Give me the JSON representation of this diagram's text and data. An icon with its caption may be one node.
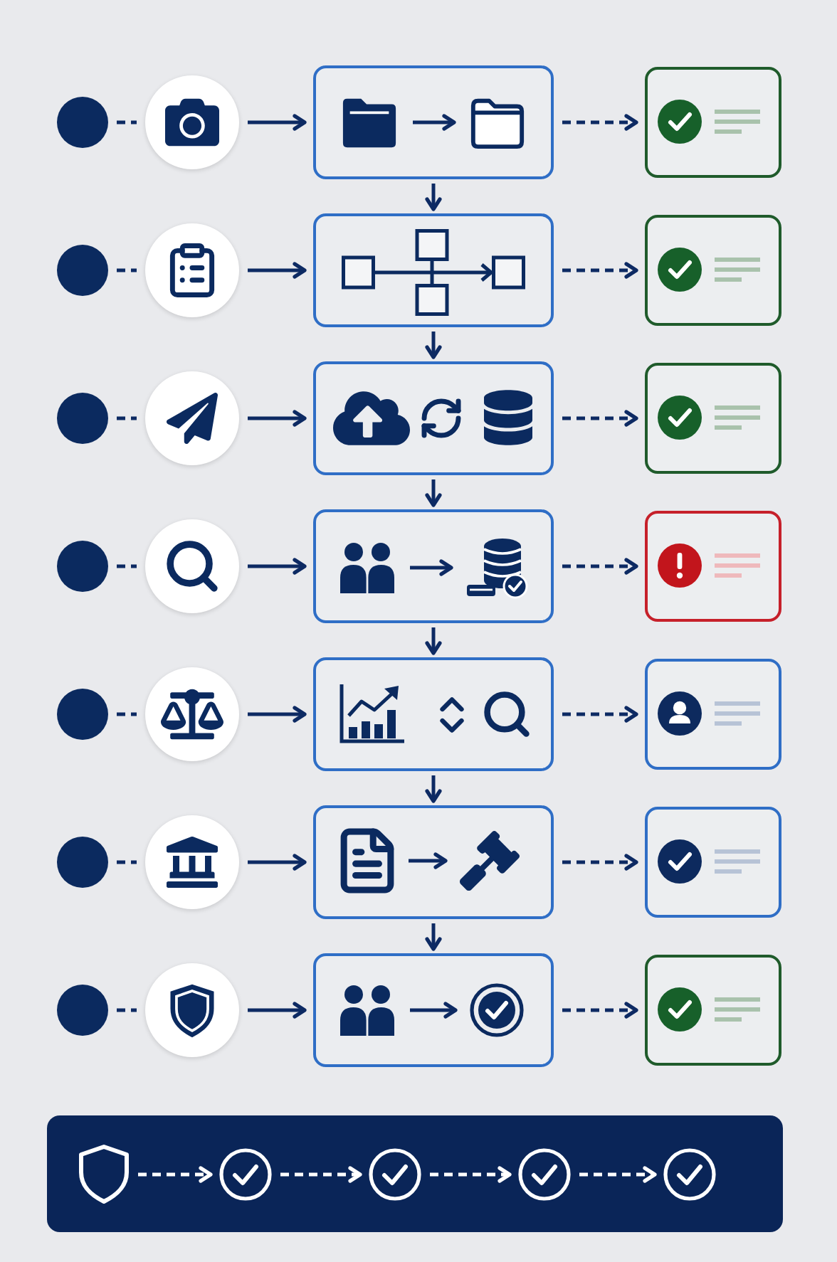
{
  "diagram": {
    "nodes": [
      {
        "text": [],
        "shape": "circle"
      },
      {
        "text": [],
        "shape": "circle"
      },
      {
        "text": [],
        "shape": "box"
      },
      {
        "text": [],
        "shape": "picture",
        "in": 2
      },
      {
        "text": [],
        "shape": "picture",
        "in": 2
      },
      {
        "text": [],
        "shape": "box"
      },
      {
        "text": [],
        "shape": "circle"
      },
      {
        "text": [],
        "shape": "circle"
      },
      {
        "text": [],
        "shape": "box"
      },
      {
        "text": [],
        "shape": "box"
      },
      {
        "text": [],
        "shape": "circle"
      },
      {
        "text": [],
        "shape": "circle"
      },
      {
        "text": [],
        "shape": "box"
      },
      {
        "text": [],
        "shape": "box"
      },
      {
        "text": [],
        "shape": "circle"
      },
      {
        "text": [],
        "shape": "circle"
      },
      {
        "text": [],
        "shape": "box"
      },
      {
        "text": [],
        "shape": "picture",
        "in": 16
      },
      {
        "text": [],
        "shape": "picture",
        "in": 16
      },
      {
        "text": [],
        "shape": "box"
      },
      {
        "text": [],
        "shape": "circle"
      },
      {
        "text": [],
        "shape": "circle"
      },
      {
        "text": [],
        "shape": "box"
      },
      {
        "text": [],
        "shape": "box"
      },
      {
        "text": [],
        "shape": "circle"
      },
      {
        "text": [],
        "shape": "circle"
      },
      {
        "text": [],
        "shape": "box"
      },
      {
        "text": [],
        "shape": "picture",
        "in": 26
      },
      {
        "text": [],
        "shape": "picture",
        "in": 26
      },
      {
        "text": [],
        "shape": "box"
      },
      {
        "text": [],
        "shape": "circle"
      },
      {
        "text": [],
        "shape": "circle"
      },
      {
        "text": [],
        "shape": "box"
      },
      {
        "text": [],
        "shape": "picture",
        "in": 32
      },
      {
        "text": [],
        "shape": "picture",
        "in": 32
      },
      {
        "text": [],
        "shape": "box"
      },
      {
        "text": [],
        "shape": "bar"
      },
      {
        "text": [],
        "shape": "shield",
        "in": 36
      },
      {
        "text": [],
        "shape": "picture",
        "in": 36
      },
      {
        "text": [],
        "shape": "picture",
        "in": 36
      },
      {
        "text": [],
        "shape": "picture",
        "in": 36
      },
      {
        "text": [],
        "shape": "picture",
        "in": 36
      }
    ],
    "edges": [
      {
        "from": 0,
        "to": 1,
        "arrow": "none",
        "style": "dashed"
      },
      {
        "from": 1,
        "to": 2,
        "arrow": "to"
      },
      {
        "from": 3,
        "to": 4,
        "arrow": "to"
      },
      {
        "from": 2,
        "to": 5,
        "arrow": "to",
        "style": "dashed"
      },
      {
        "from": 2,
        "to": 8,
        "arrow": "to"
      },
      {
        "from": 6,
        "to": 7,
        "arrow": "none",
        "style": "dashed"
      },
      {
        "from": 7,
        "to": 8,
        "arrow": "to"
      },
      {
        "from": 8,
        "to": 9,
        "arrow": "to",
        "style": "dashed"
      },
      {
        "from": 8,
        "to": 12,
        "arrow": "to"
      },
      {
        "from": 10,
        "to": 11,
        "arrow": "none",
        "style": "dashed"
      },
      {
        "from": 11,
        "to": 12,
        "arrow": "to"
      },
      {
        "from": 12,
        "to": 13,
        "arrow": "to",
        "style": "dashed"
      },
      {
        "from": 12,
        "to": 16,
        "arrow": "to"
      },
      {
        "from": 14,
        "to": 15,
        "arrow": "none",
        "style": "dashed"
      },
      {
        "from": 15,
        "to": 16,
        "arrow": "to"
      },
      {
        "from": 17,
        "to": 18,
        "arrow": "to"
      },
      {
        "from": 16,
        "to": 19,
        "arrow": "to",
        "style": "dashed"
      },
      {
        "from": 16,
        "to": 22,
        "arrow": "to"
      },
      {
        "from": 20,
        "to": 21,
        "arrow": "none",
        "style": "dashed"
      },
      {
        "from": 21,
        "to": 22,
        "arrow": "to"
      },
      {
        "from": 22,
        "to": 23,
        "arrow": "to",
        "style": "dashed"
      },
      {
        "from": 22,
        "to": 26,
        "arrow": "to"
      },
      {
        "from": 24,
        "to": 25,
        "arrow": "none",
        "style": "dashed"
      },
      {
        "from": 25,
        "to": 26,
        "arrow": "to"
      },
      {
        "from": 27,
        "to": 28,
        "arrow": "to"
      },
      {
        "from": 26,
        "to": 29,
        "arrow": "to",
        "style": "dashed"
      },
      {
        "from": 26,
        "to": 32,
        "arrow": "to"
      },
      {
        "from": 30,
        "to": 31,
        "arrow": "none",
        "style": "dashed"
      },
      {
        "from": 31,
        "to": 32,
        "arrow": "to"
      },
      {
        "from": 33,
        "to": 34,
        "arrow": "to"
      },
      {
        "from": 32,
        "to": 35,
        "arrow": "to",
        "style": "dashed"
      },
      {
        "from": 37,
        "to": 38,
        "arrow": "to",
        "style": "dashed",
        "color": "#ffffff"
      },
      {
        "from": 38,
        "to": 39,
        "arrow": "to",
        "style": "dashed",
        "color": "#ffffff"
      },
      {
        "from": 39,
        "to": 40,
        "arrow": "to",
        "style": "dashed",
        "color": "#ffffff"
      },
      {
        "from": 40,
        "to": 41,
        "arrow": "to",
        "style": "dashed",
        "color": "#ffffff"
      }
    ]
  }
}
